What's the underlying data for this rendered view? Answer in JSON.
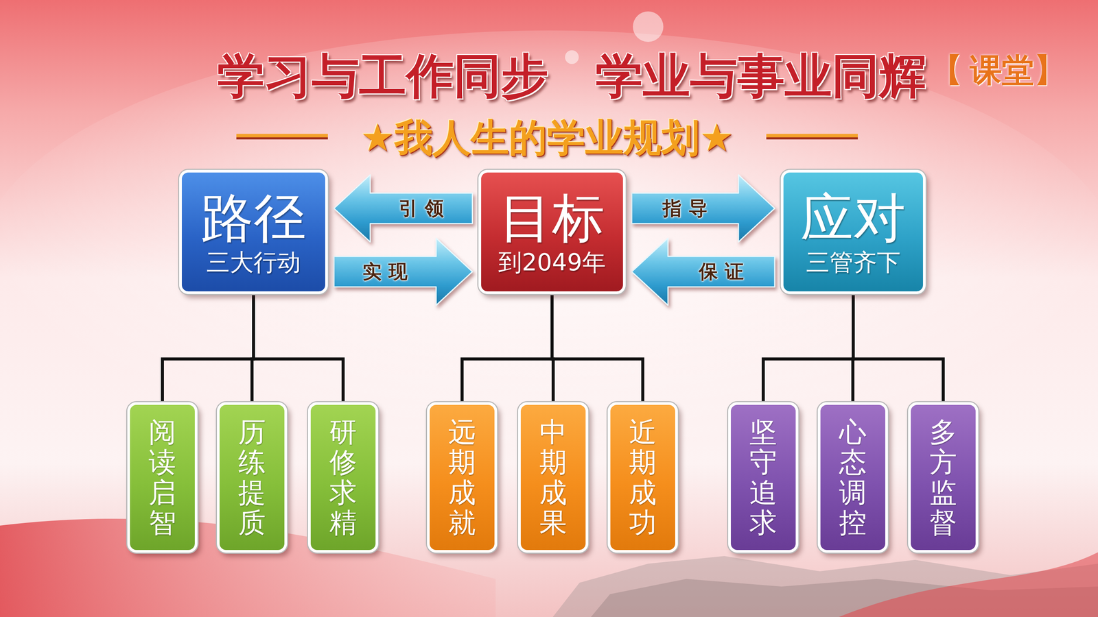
{
  "diagram": {
    "title": "学习与工作同步　学业与事业同辉",
    "nodes": [
      {
        "text": [
          "路径",
          "三大行动"
        ]
      },
      {
        "text": [
          "目标",
          "到2049年"
        ]
      },
      {
        "text": [
          "应对",
          "三管齐下"
        ]
      },
      {
        "text": [
          "阅读启智"
        ]
      },
      {
        "text": [
          "历练提质"
        ]
      },
      {
        "text": [
          "研修求精"
        ]
      },
      {
        "text": [
          "远期成就"
        ]
      },
      {
        "text": [
          "中期成果"
        ]
      },
      {
        "text": [
          "近期成功"
        ]
      },
      {
        "text": [
          "坚守追求"
        ]
      },
      {
        "text": [
          "心态调控"
        ]
      },
      {
        "text": [
          "多方监督"
        ]
      }
    ],
    "edges": [
      {
        "from": 1,
        "to": 0,
        "arrow": "to",
        "label": "引 领"
      },
      {
        "from": 0,
        "to": 1,
        "arrow": "to",
        "label": "实 现"
      },
      {
        "from": 1,
        "to": 2,
        "arrow": "to",
        "label": "指 导"
      },
      {
        "from": 2,
        "to": 1,
        "arrow": "to",
        "label": "保 证"
      },
      {
        "from": 0,
        "to": 3,
        "arrow": "none"
      },
      {
        "from": 0,
        "to": 4,
        "arrow": "none"
      },
      {
        "from": 0,
        "to": 5,
        "arrow": "none"
      },
      {
        "from": 1,
        "to": 6,
        "arrow": "none"
      },
      {
        "from": 1,
        "to": 7,
        "arrow": "none"
      },
      {
        "from": 1,
        "to": 8,
        "arrow": "none"
      },
      {
        "from": 2,
        "to": 9,
        "arrow": "none"
      },
      {
        "from": 2,
        "to": 10,
        "arrow": "none"
      },
      {
        "from": 2,
        "to": 11,
        "arrow": "none"
      }
    ],
    "labels": [
      "【",
      "课堂】",
      "★我人生的学业规划★"
    ]
  }
}
